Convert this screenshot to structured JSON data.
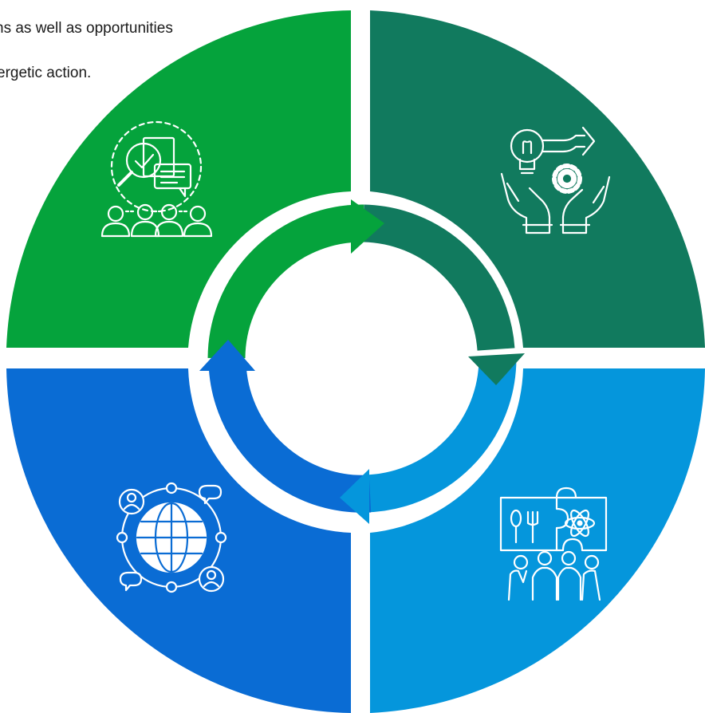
{
  "caption": {
    "line1": "ns as well as opportunities",
    "line2": "ergetic action."
  },
  "colors": {
    "top_left": "#05A33C",
    "top_right": "#117A5E",
    "bottom_right": "#0596DC",
    "bottom_left": "#0A6CD4",
    "icon_stroke": "#ffffff",
    "background": "#ffffff"
  },
  "quadrants": [
    {
      "position": "top-left",
      "icon": "research-community-icon"
    },
    {
      "position": "top-right",
      "icon": "innovation-hands-icon"
    },
    {
      "position": "bottom-right",
      "icon": "collaborative-puzzle-icon"
    },
    {
      "position": "bottom-left",
      "icon": "global-network-icon"
    }
  ],
  "cycle": {
    "direction": "clockwise",
    "arrows": 4
  }
}
